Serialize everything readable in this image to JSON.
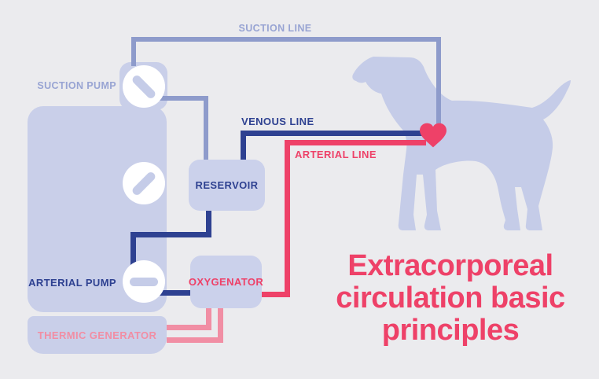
{
  "title": {
    "line1": "Extracorporeal",
    "line2": "circulation basic",
    "line3": "principles"
  },
  "labels": {
    "suction_line": "SUCTION LINE",
    "suction_pump": "SUCTION PUMP",
    "venous_line": "VENOUS LINE",
    "arterial_line": "ARTERIAL LINE",
    "reservoir": "RESERVOIR",
    "oxygenator": "OXYGENATOR",
    "arterial_pump": "ARTERIAL PUMP",
    "thermic_generator": "THERMIC GENERATOR"
  },
  "icons": {
    "suction_pump": "roller-pump-diagonal-down-icon",
    "mid_pump": "roller-pump-diagonal-up-icon",
    "arterial_pump": "roller-pump-horizontal-icon",
    "heart": "heart-icon",
    "dog": "dog-silhouette"
  },
  "colors": {
    "background": "#ebebee",
    "lavender": "#c9cfe9",
    "lavender_light": "#cbd1eb",
    "dog": "#c5cce8",
    "periwinkle_line": "#8e9bcb",
    "light_label": "#98a4d3",
    "navy": "#2e4191",
    "red": "#ee4168",
    "pink": "#f18ea4"
  }
}
